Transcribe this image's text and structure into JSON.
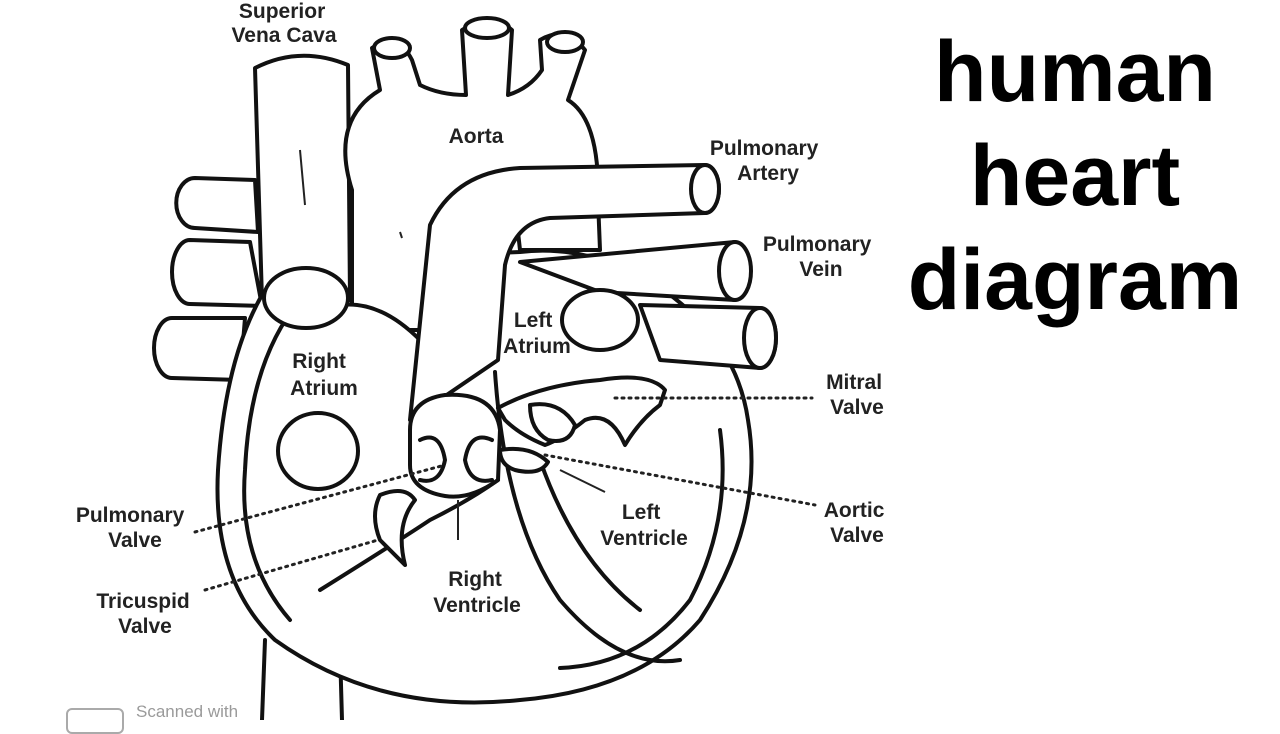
{
  "title": {
    "line1": "human",
    "line2": "heart",
    "line3": "diagram"
  },
  "labels": {
    "superior_vena_cava": [
      "Superior",
      "Vena Cava"
    ],
    "aorta": "Aorta",
    "pulmonary_artery": [
      "Pulmonary",
      "Artery"
    ],
    "pulmonary_vein": [
      "Pulmonary",
      "Vein"
    ],
    "left_atrium": [
      "Left",
      "Atrium"
    ],
    "right_atrium": [
      "Right",
      "Atrium"
    ],
    "mitral_valve": [
      "Mitral",
      "Valve"
    ],
    "pulmonary_valve": [
      "Pulmonary",
      "Valve"
    ],
    "aortic_valve": [
      "Aortic",
      "Valve"
    ],
    "left_ventricle": [
      "Left",
      "Ventricle"
    ],
    "right_ventricle": [
      "Right",
      "Ventricle"
    ],
    "tricuspid_valve": [
      "Tricuspid",
      "Valve"
    ]
  },
  "watermark": "Scanned with"
}
